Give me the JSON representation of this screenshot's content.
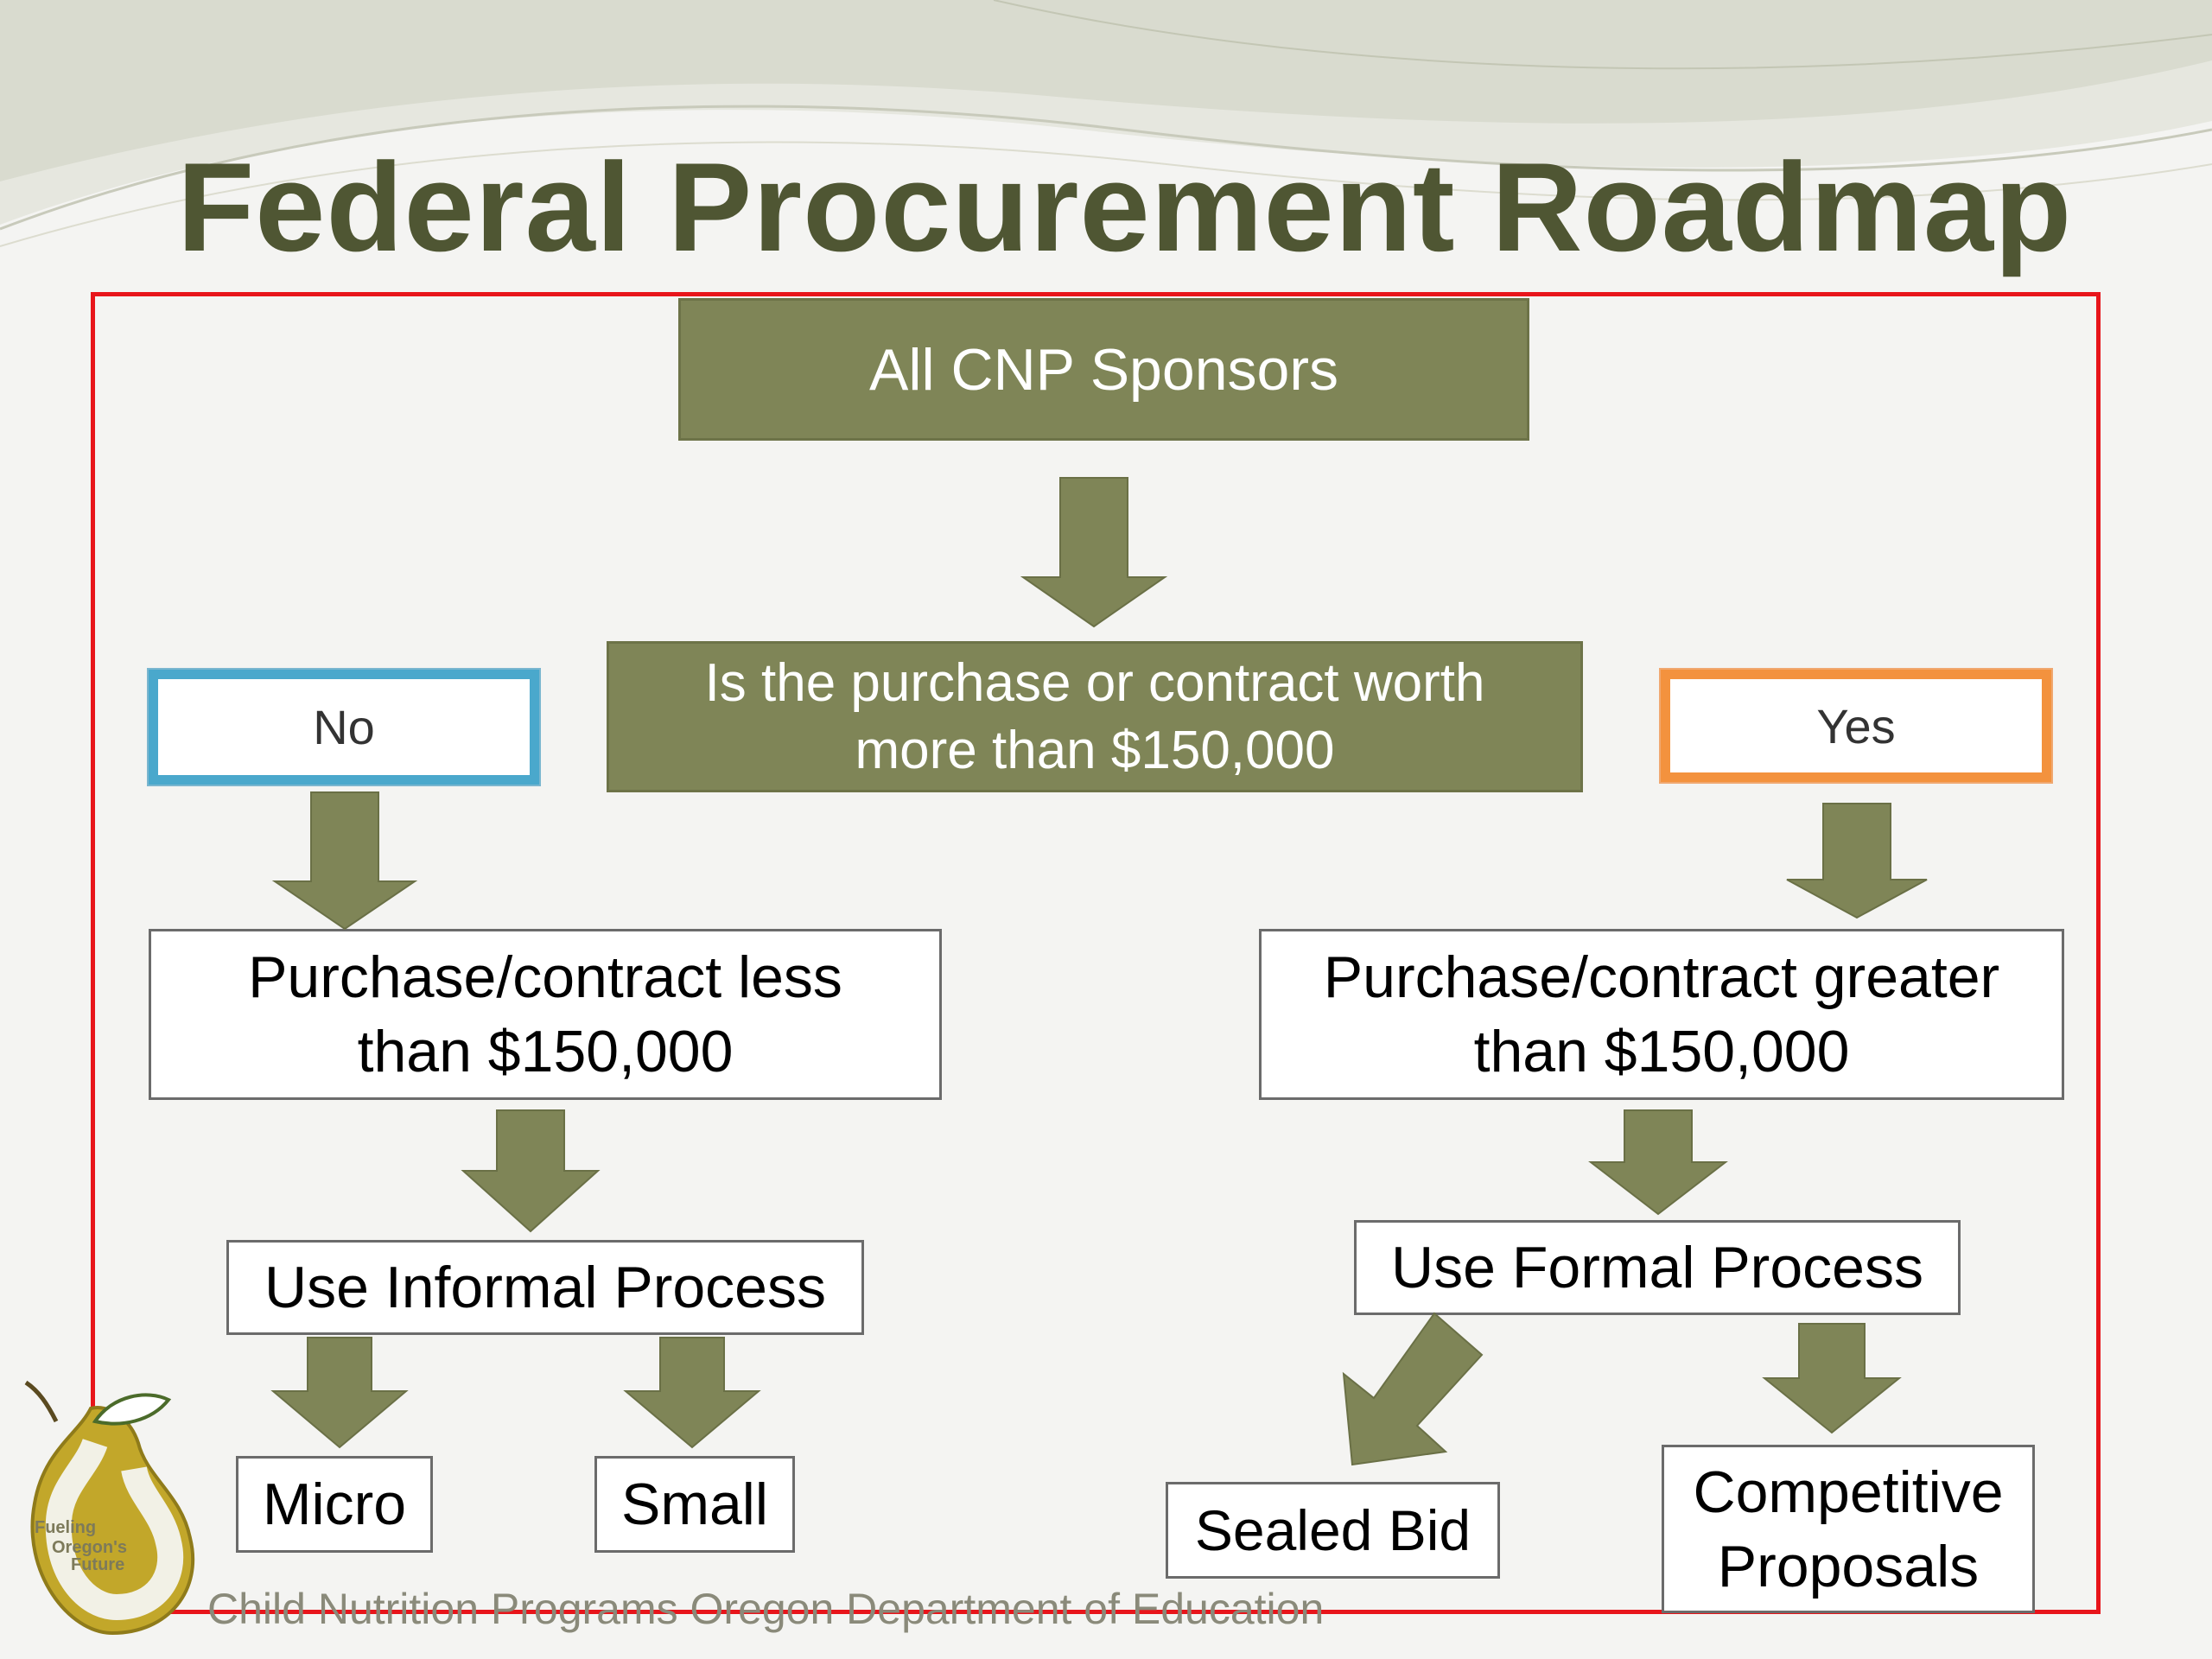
{
  "title": "Federal Procurement Roadmap",
  "nodes": {
    "sponsors": "All CNP Sponsors",
    "question": "Is the purchase or contract worth\nmore than $150,000",
    "no": "No",
    "yes": "Yes",
    "less": "Purchase/contract less\nthan $150,000",
    "greater": "Purchase/contract greater\nthan $150,000",
    "informal": "Use Informal Process",
    "formal": "Use Formal Process",
    "micro": "Micro",
    "small": "Small",
    "sealed_bid": "Sealed Bid",
    "competitive": "Competitive\nProposals"
  },
  "footer": "Child Nutrition Programs Oregon Department of Education",
  "logo": {
    "line1": "Fueling",
    "line2": "Oregon's",
    "line3": "Future"
  },
  "colors": {
    "title": "#4f5633",
    "box_green": "#7f8557",
    "arrow": "#7f8557",
    "frame": "#e8151b",
    "no_border": "#4aa8cc",
    "yes_border": "#f3923e"
  },
  "icons": {
    "arrow": "down-arrow-icon",
    "logo": "pear-logo-icon"
  }
}
